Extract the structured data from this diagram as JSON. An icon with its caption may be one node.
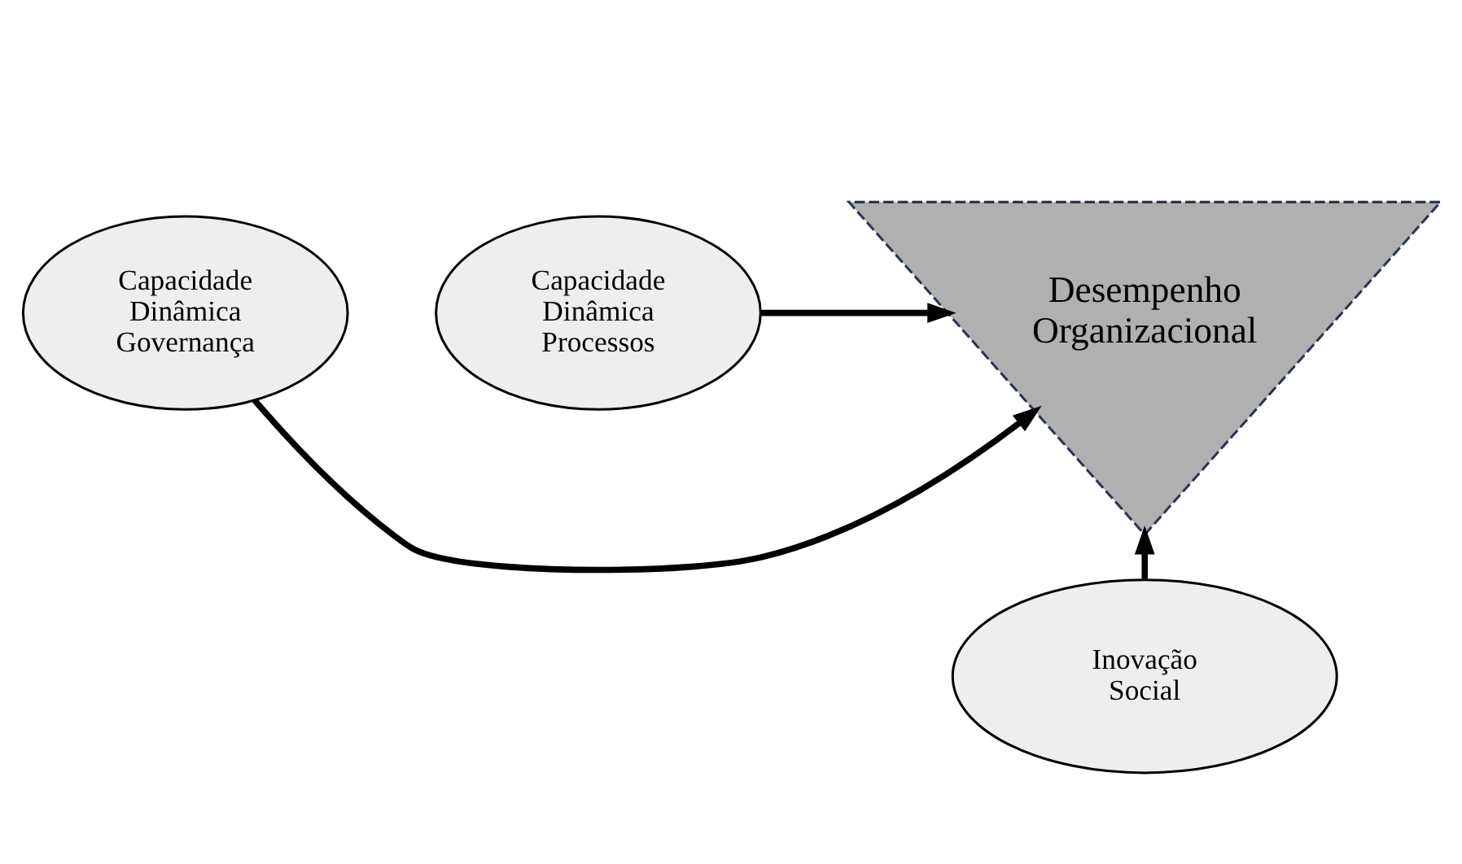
{
  "diagram": {
    "nodes": [
      {
        "text": [
          "Capacidade Dinâmica Governança"
        ]
      },
      {
        "text": [
          "Capacidade Dinâmica Processos"
        ]
      },
      {
        "text": [
          "Desempenho Organizacional"
        ]
      },
      {
        "text": [
          "Inovação Social"
        ]
      }
    ],
    "edges": [
      {
        "from": 0,
        "to": 2,
        "arrow": "to"
      },
      {
        "from": 1,
        "to": 2,
        "arrow": "to"
      },
      {
        "from": 3,
        "to": 2,
        "arrow": "to"
      }
    ]
  }
}
